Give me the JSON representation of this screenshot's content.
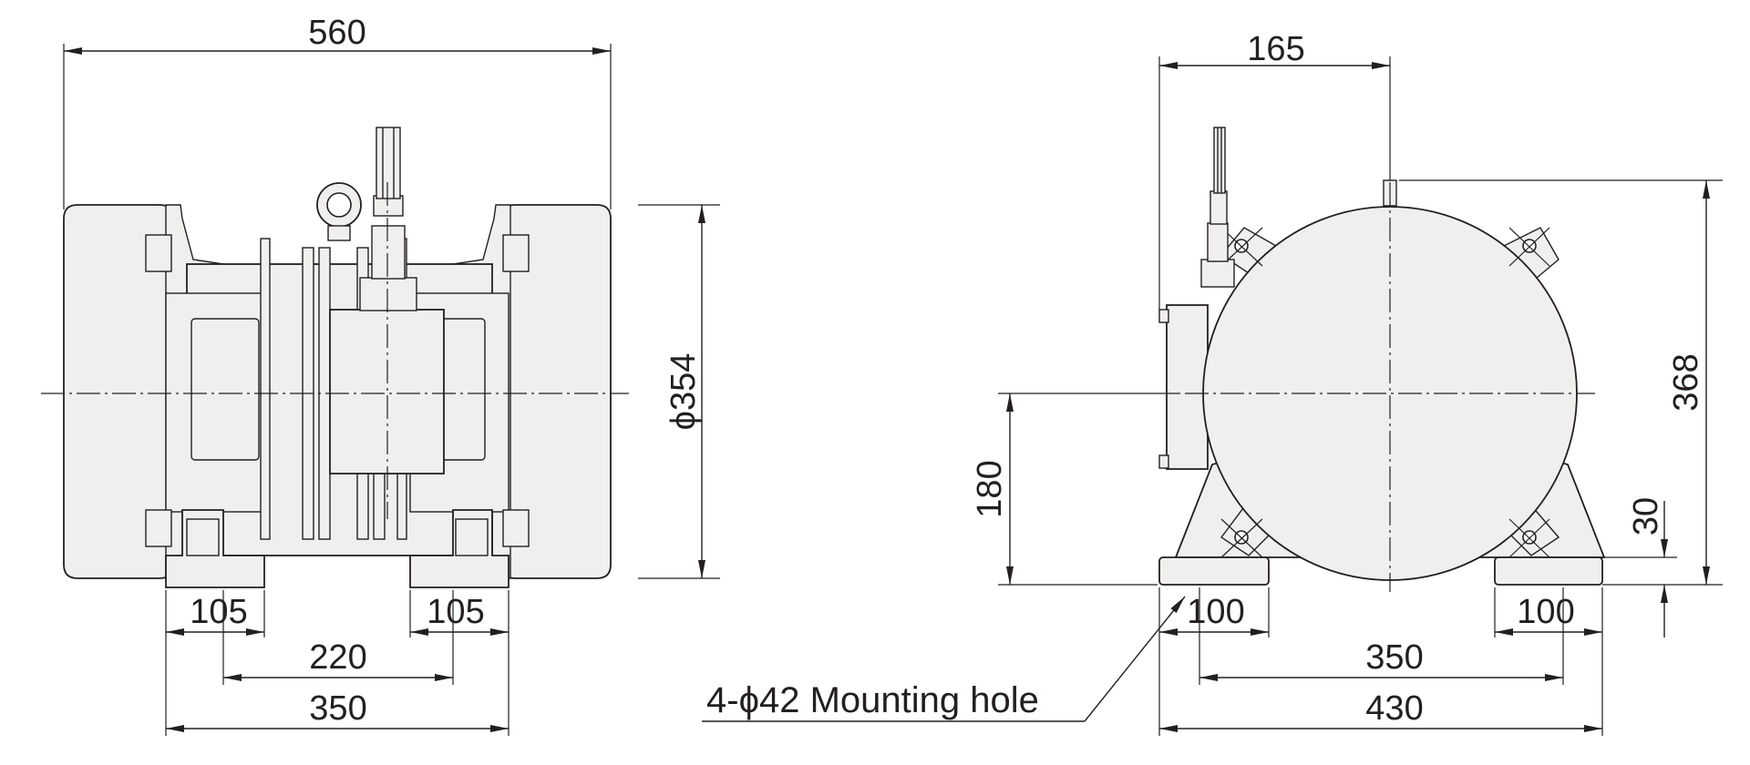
{
  "front_view": {
    "dims": {
      "overall_width": "560",
      "diameter": "ϕ354",
      "foot_left": "105",
      "foot_right": "105",
      "inner_span": "220",
      "mount_span": "350"
    }
  },
  "side_view": {
    "dims": {
      "top_offset": "165",
      "overall_height": "368",
      "center_height": "180",
      "foot_height": "30",
      "foot_left": "100",
      "foot_right": "100",
      "mount_span": "350",
      "overall_base": "430"
    },
    "callout": "4-ϕ42 Mounting hole"
  }
}
